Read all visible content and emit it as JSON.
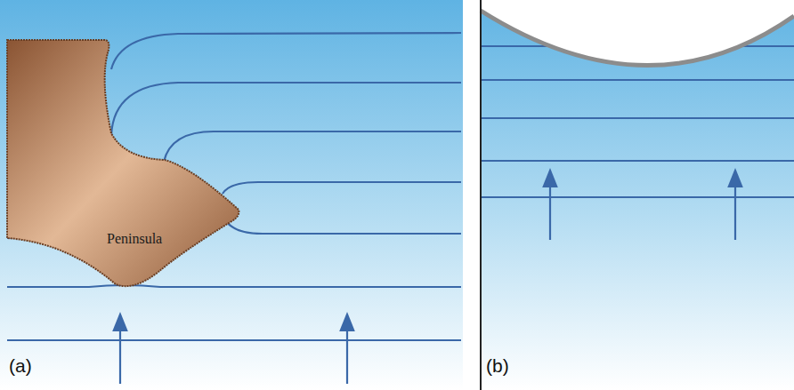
{
  "diagram": {
    "nodes": [
      {
        "text": [
          "Peninsula"
        ]
      }
    ],
    "labels": [
      "(a)",
      "(b)"
    ]
  }
}
